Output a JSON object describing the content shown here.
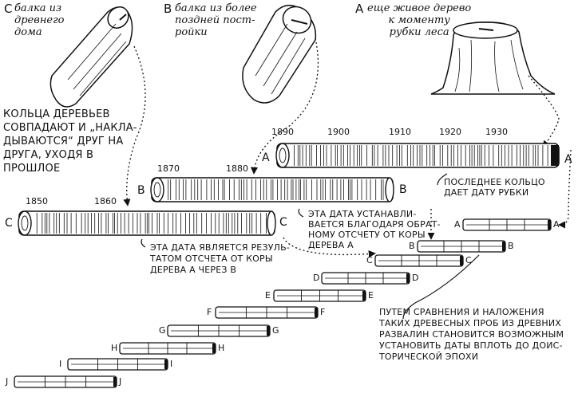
{
  "sources": [
    {
      "letter": "C",
      "caption": "балка из\nдревнего\nдома"
    },
    {
      "letter": "B",
      "caption": "балка из более\nпоздней пост-\nройки"
    },
    {
      "letter": "A",
      "caption": "еще живое дерево\nк моменту\nрубки леса"
    }
  ],
  "main_note": "КОЛЬЦА ДЕРЕВЬЕВ\nСОВПАДАЮТ И „НАКЛА-\nДЫВАЮТСЯ“ ДРУГ НА\nДРУГА, УХОДЯ В\nПРОШЛОЕ",
  "years_a": [
    "1890",
    "1900",
    "1910",
    "1920",
    "1930"
  ],
  "years_b": [
    "1870",
    "1880"
  ],
  "years_c": [
    "1850",
    "1860"
  ],
  "log_labels": {
    "a": "A",
    "b": "B",
    "c": "C"
  },
  "note_last_ring": "ПОСЛЕДНЕЕ КОЛЬЦО\nДАЕТ ДАТУ РУБКИ",
  "note_b": "ЭТА ДАТА УСТАНАВЛИ-\nВАЕТСЯ БЛАГОДАРЯ ОБРАТ-\nНОМУ ОТСЧЕТУ ОТ КОРЫ\nДЕРЕВА А",
  "note_c": "ЭТА ДАТА ЯВЛЯЕТСЯ РЕЗУЛЬ-\nТАТОМ ОТСЧЕТА ОТ КОРЫ\nДЕРЕВА А ЧЕРЕЗ В",
  "note_chain": "ПУТЕМ СРАВНЕНИЯ И НАЛОЖЕНИЯ\nТАКИХ ДРЕВЕСНЫХ ПРОБ ИЗ ДРЕВНИХ\nРАЗВАЛИН СТАНОВИТСЯ ВОЗМОЖНЫМ\nУСТАНОВИТЬ ДАТЫ ВПЛОТЬ ДО ДОИС-\nТОРИЧЕСКОЙ ЭПОХИ",
  "chain_letters": [
    "A",
    "B",
    "C",
    "D",
    "E",
    "F",
    "G",
    "H",
    "I",
    "J"
  ]
}
